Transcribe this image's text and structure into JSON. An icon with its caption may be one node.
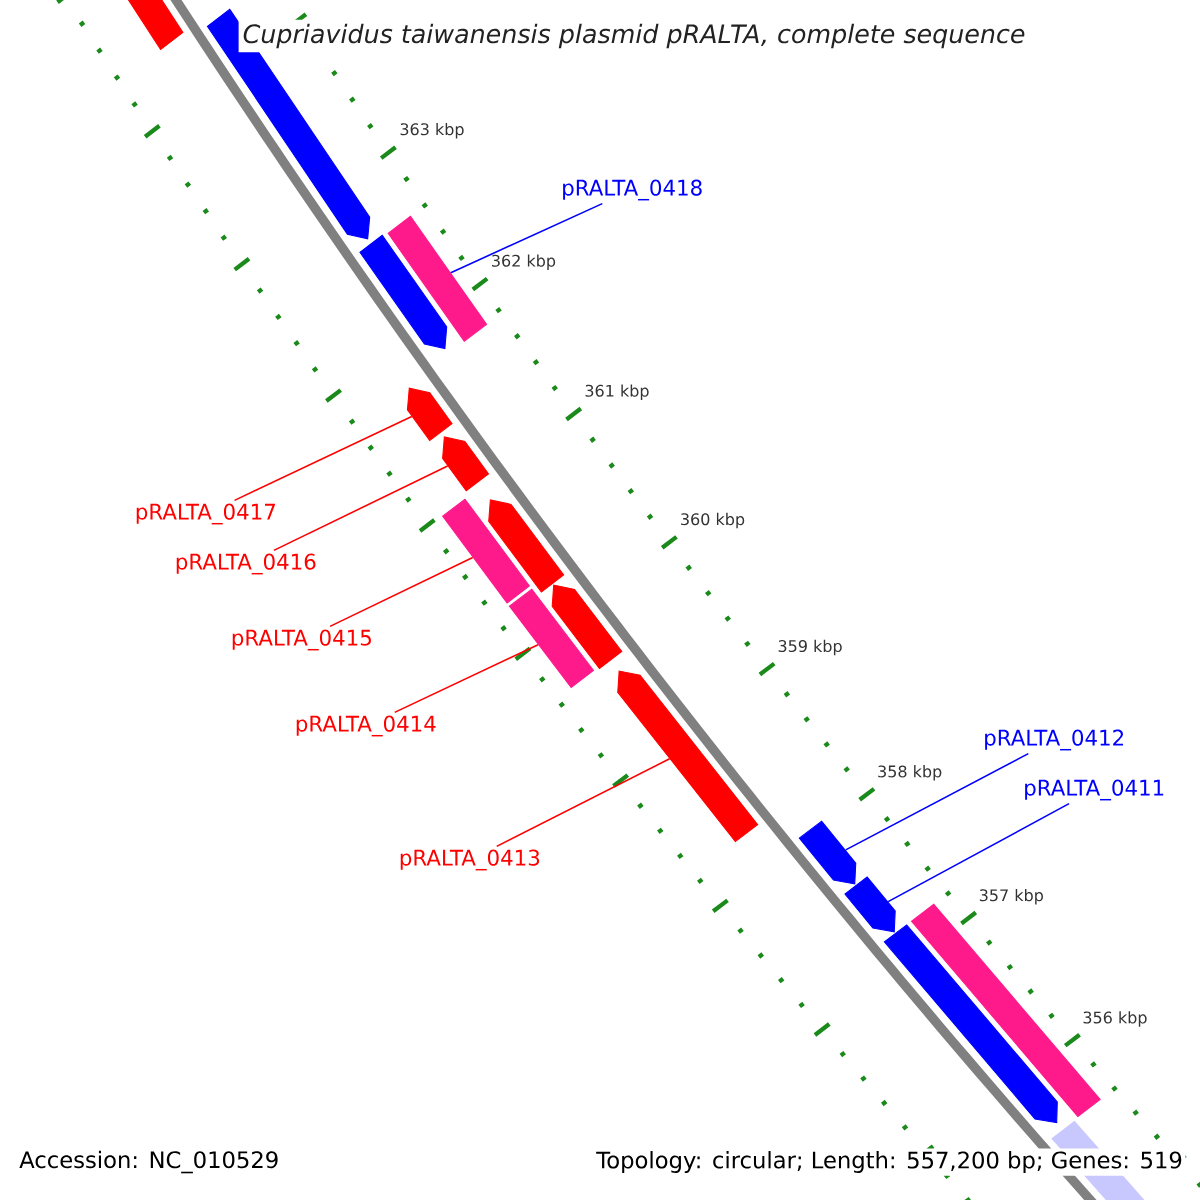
{
  "diagram": {
    "title": "Cupriavidus taiwanensis plasmid pRALTA, complete sequence",
    "nodes": [
      {
        "text": [
          "pRALTA_0418"
        ]
      },
      {
        "text": [
          "pRALTA_0417"
        ]
      },
      {
        "text": [
          "pRALTA_0416"
        ]
      },
      {
        "text": [
          "pRALTA_0415"
        ]
      },
      {
        "text": [
          "pRALTA_0414"
        ]
      },
      {
        "text": [
          "pRALTA_0413"
        ]
      },
      {
        "text": [
          "pRALTA_0412"
        ]
      },
      {
        "text": [
          "pRALTA_0411"
        ]
      },
      {
        "text": [],
        "shape": "pentagon"
      },
      {
        "text": [],
        "shape": "pentagon"
      },
      {
        "text": [],
        "shape": "pentagon"
      },
      {
        "text": [],
        "shape": "bar"
      },
      {
        "text": [],
        "shape": "pentagon"
      },
      {
        "text": [],
        "shape": "pentagon"
      },
      {
        "text": [],
        "shape": "bar"
      },
      {
        "text": [],
        "shape": "pentagon"
      },
      {
        "text": [],
        "shape": "bar"
      },
      {
        "text": [],
        "shape": "pentagon"
      },
      {
        "text": [],
        "shape": "pentagon"
      },
      {
        "text": [],
        "shape": "pentagon"
      },
      {
        "text": [],
        "shape": "pentagon"
      },
      {
        "text": [],
        "shape": "pentagon"
      },
      {
        "text": [],
        "shape": "bar"
      },
      {
        "text": [],
        "shape": "pentagon"
      }
    ],
    "edges": [
      {
        "from": 0,
        "to": 11,
        "arrow": "none",
        "color": "#0000ff"
      },
      {
        "from": 1,
        "to": 12,
        "arrow": "none"
      },
      {
        "from": 2,
        "to": 13,
        "arrow": "none"
      },
      {
        "from": 3,
        "to": 14,
        "arrow": "none"
      },
      {
        "from": 4,
        "to": 16,
        "arrow": "none"
      },
      {
        "from": 5,
        "to": 18,
        "arrow": "none"
      },
      {
        "from": 6,
        "to": 19,
        "arrow": "none",
        "color": "#0000ff"
      },
      {
        "from": 7,
        "to": 20,
        "arrow": "none",
        "color": "#0000ff"
      }
    ],
    "labels": [
      "363 kbp",
      "362 kbp",
      "361 kbp",
      "360 kbp",
      "359 kbp",
      "358 kbp",
      "357 kbp",
      "356 kbp",
      "Accession: NC_010529",
      "Topology: circular; Length: 557,200 bp; Genes: 519"
    ]
  }
}
